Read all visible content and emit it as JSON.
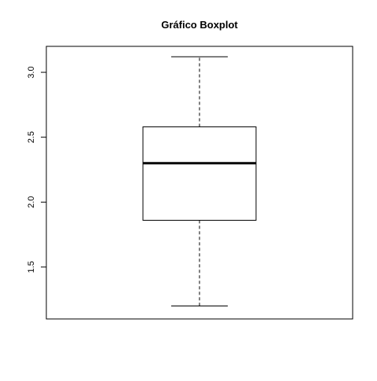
{
  "chart_data": {
    "type": "boxplot",
    "title": "Gráfico Boxplot",
    "xlabel": "",
    "ylabel": "",
    "ylim": [
      1.1,
      3.2
    ],
    "yticks": [
      1.5,
      2.0,
      2.5,
      3.0
    ],
    "ytick_labels": [
      "1.5",
      "2.0",
      "2.5",
      "3.0"
    ],
    "box": {
      "whisker_low": 1.2,
      "q1": 1.86,
      "median": 2.3,
      "q3": 2.58,
      "whisker_high": 3.12
    },
    "grid": false,
    "colors": {
      "stroke": "#000000",
      "fill": "#ffffff",
      "background": "#ffffff"
    }
  }
}
